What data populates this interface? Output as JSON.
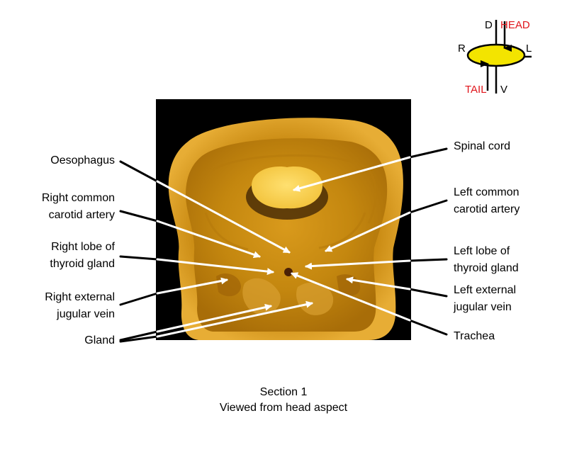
{
  "orientation": {
    "dorsal": "D",
    "ventral": "V",
    "right": "R",
    "left": "L",
    "head": "HEAD",
    "tail": "TAIL",
    "head_color": "#e0151b",
    "tail_color": "#e0151b",
    "marker_fill": "#f3e400"
  },
  "labels": {
    "oesophagus": "Oesophagus",
    "right_common_carotid_1": "Right common",
    "right_common_carotid_2": "carotid artery",
    "right_lobe_thyroid_1": "Right lobe of",
    "right_lobe_thyroid_2": "thyroid gland",
    "right_external_jugular_1": "Right external",
    "right_external_jugular_2": "jugular vein",
    "gland": "Gland",
    "spinal_cord": "Spinal cord",
    "left_common_carotid_1": "Left common",
    "left_common_carotid_2": "carotid artery",
    "left_lobe_thyroid_1": "Left lobe of",
    "left_lobe_thyroid_2": "thyroid gland",
    "left_external_jugular_1": "Left external",
    "left_external_jugular_2": "jugular vein",
    "trachea": "Trachea"
  },
  "caption": {
    "line1": "Section 1",
    "line2": "Viewed from head aspect"
  },
  "colors": {
    "photo_background": "#000000",
    "tissue_main": "#c98a12",
    "tissue_light": "#e3a628",
    "spinal_cord": "#f7d24a",
    "arrow": "#ffffff"
  }
}
